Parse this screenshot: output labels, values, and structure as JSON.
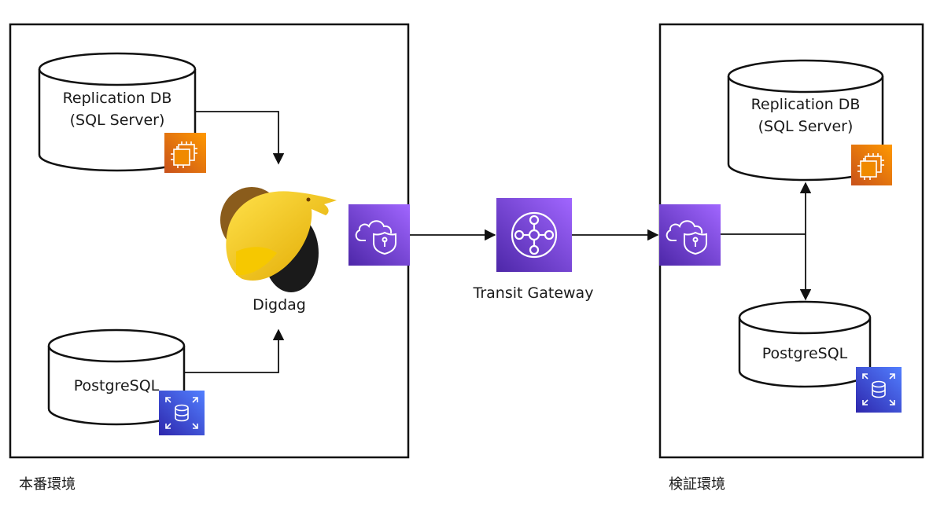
{
  "environments": {
    "production": {
      "label": "本番環境",
      "replication_db": {
        "line1": "Replication DB",
        "line2": "(SQL Server)",
        "badge_icon": "ec2-chip-icon"
      },
      "postgres": {
        "label": "PostgreSQL",
        "badge_icon": "rds-database-icon"
      },
      "digdag": {
        "label": "Digdag",
        "logo_icon": "digdag-bird-logo"
      },
      "endpoint_icon": "vpc-cloud-shield-icon"
    },
    "verification": {
      "label": "検証環境",
      "replication_db": {
        "line1": "Replication DB",
        "line2": "(SQL Server)",
        "badge_icon": "ec2-chip-icon"
      },
      "postgres": {
        "label": "PostgreSQL",
        "badge_icon": "rds-database-icon"
      },
      "endpoint_icon": "vpc-cloud-shield-icon"
    }
  },
  "transit_gateway": {
    "label": "Transit Gateway",
    "icon": "transit-gateway-hub-icon"
  },
  "colors": {
    "ec2_orange": "#F29100",
    "rds_blue": "#3B48CC",
    "network_purple": "#8C4FFF",
    "line": "#111111",
    "digdag_yellow": "#F2C200"
  }
}
